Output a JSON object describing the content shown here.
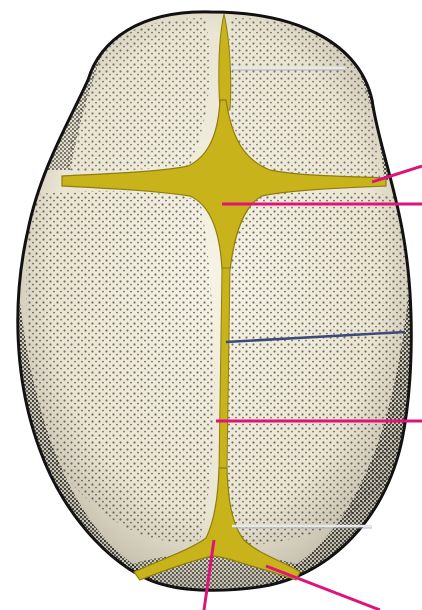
{
  "diagram": {
    "subject": "skull-top-view-fontanelles",
    "colors": {
      "background": "#ffffff",
      "bone_fill": "#f4f1e4",
      "bone_shadow": "#1a1a1a",
      "fontanelle_fill": "#c9b31a",
      "fontanelle_edge": "#8f7d10",
      "leader_line_pink": "#e0137a",
      "leader_line_blue": "#3a4a7a",
      "leader_line_white": "#e8e8e8"
    },
    "leader_lines": [
      {
        "id": "frontal-suture",
        "color": "leader_line_white"
      },
      {
        "id": "coronal-suture",
        "color": "leader_line_pink"
      },
      {
        "id": "anterior-fontanelle",
        "color": "leader_line_pink"
      },
      {
        "id": "parietal-bone",
        "color": "leader_line_blue"
      },
      {
        "id": "sagittal-suture",
        "color": "leader_line_pink"
      },
      {
        "id": "lambdoid-region",
        "color": "leader_line_white"
      },
      {
        "id": "posterior-fontanelle",
        "color": "leader_line_pink"
      },
      {
        "id": "lambdoid-suture",
        "color": "leader_line_pink"
      }
    ]
  }
}
